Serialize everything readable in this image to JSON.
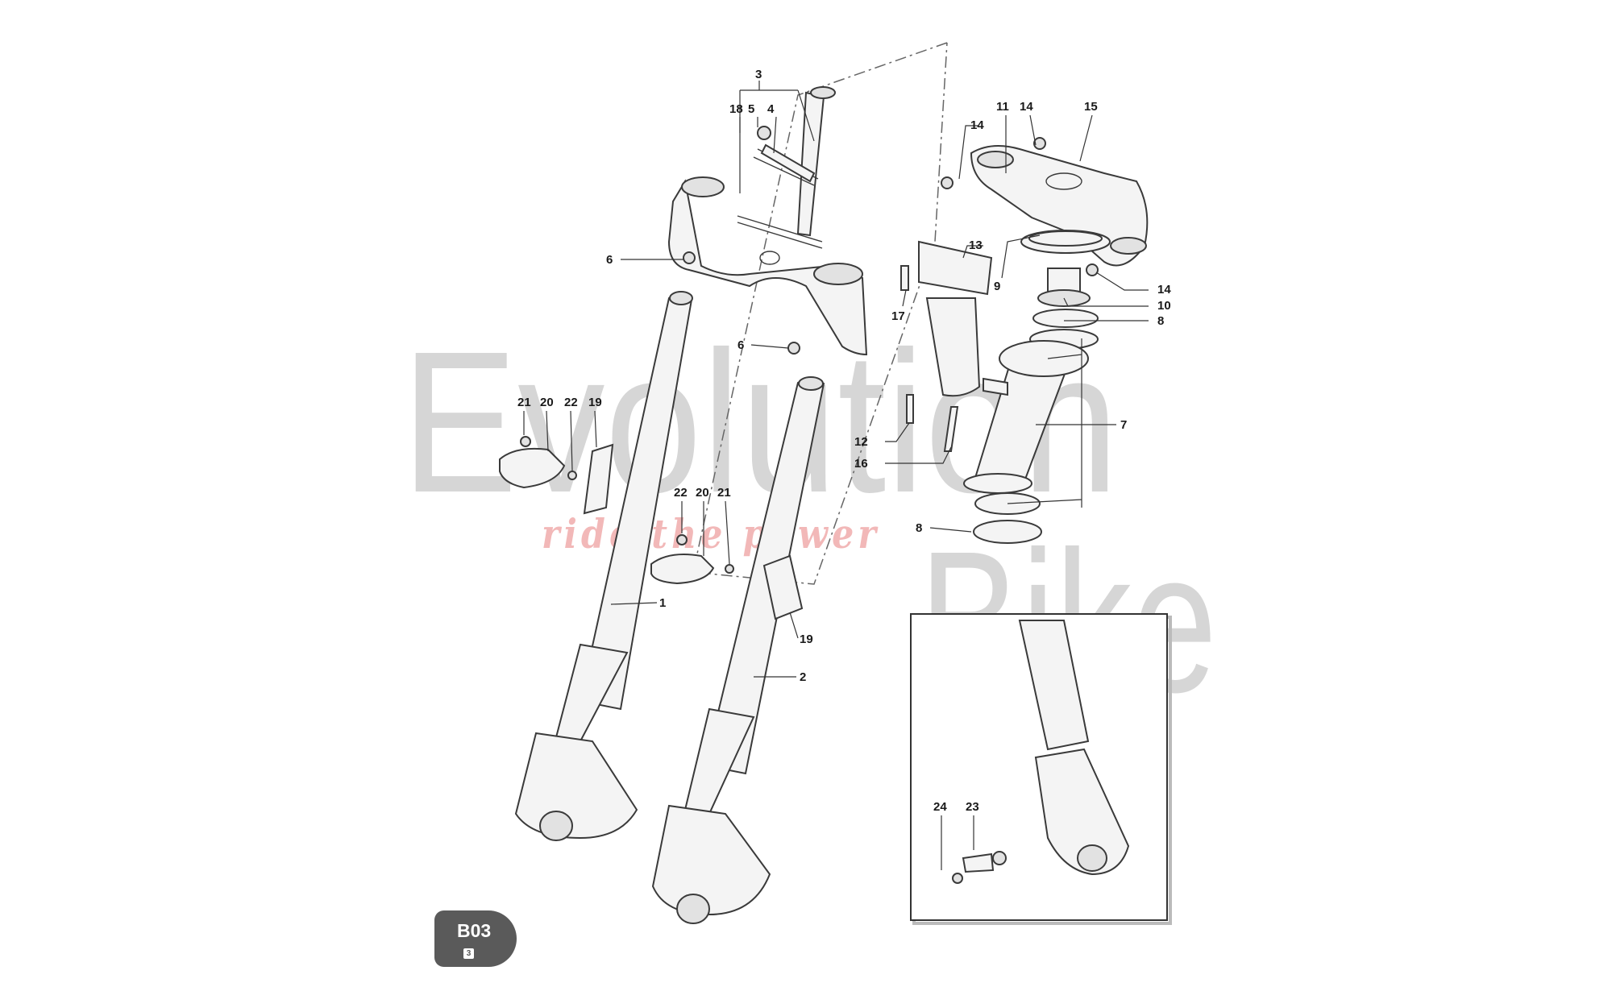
{
  "sheet": {
    "code": "B03",
    "revision": "3"
  },
  "watermark": {
    "line1": "Evolution",
    "line2": "Bike",
    "tagline": "ride the power"
  },
  "labels": [
    {
      "id": "l3",
      "text": "3"
    },
    {
      "id": "l18",
      "text": "18"
    },
    {
      "id": "l5",
      "text": "5"
    },
    {
      "id": "l4",
      "text": "4"
    },
    {
      "id": "l6a",
      "text": "6"
    },
    {
      "id": "l6b",
      "text": "6"
    },
    {
      "id": "l11",
      "text": "11"
    },
    {
      "id": "l14a",
      "text": "14"
    },
    {
      "id": "l15",
      "text": "15"
    },
    {
      "id": "l14b",
      "text": "14"
    },
    {
      "id": "l13",
      "text": "13"
    },
    {
      "id": "l9",
      "text": "9"
    },
    {
      "id": "l14c",
      "text": "14"
    },
    {
      "id": "l10",
      "text": "10"
    },
    {
      "id": "l8a",
      "text": "8"
    },
    {
      "id": "l17",
      "text": "17"
    },
    {
      "id": "l7",
      "text": "7"
    },
    {
      "id": "l12",
      "text": "12"
    },
    {
      "id": "l16",
      "text": "16"
    },
    {
      "id": "l8b",
      "text": "8"
    },
    {
      "id": "l21a",
      "text": "21"
    },
    {
      "id": "l20a",
      "text": "20"
    },
    {
      "id": "l22a",
      "text": "22"
    },
    {
      "id": "l19a",
      "text": "19"
    },
    {
      "id": "l22b",
      "text": "22"
    },
    {
      "id": "l20b",
      "text": "20"
    },
    {
      "id": "l21b",
      "text": "21"
    },
    {
      "id": "l1",
      "text": "1"
    },
    {
      "id": "l19b",
      "text": "19"
    },
    {
      "id": "l2",
      "text": "2"
    },
    {
      "id": "l24",
      "text": "24"
    },
    {
      "id": "l23",
      "text": "23"
    }
  ]
}
